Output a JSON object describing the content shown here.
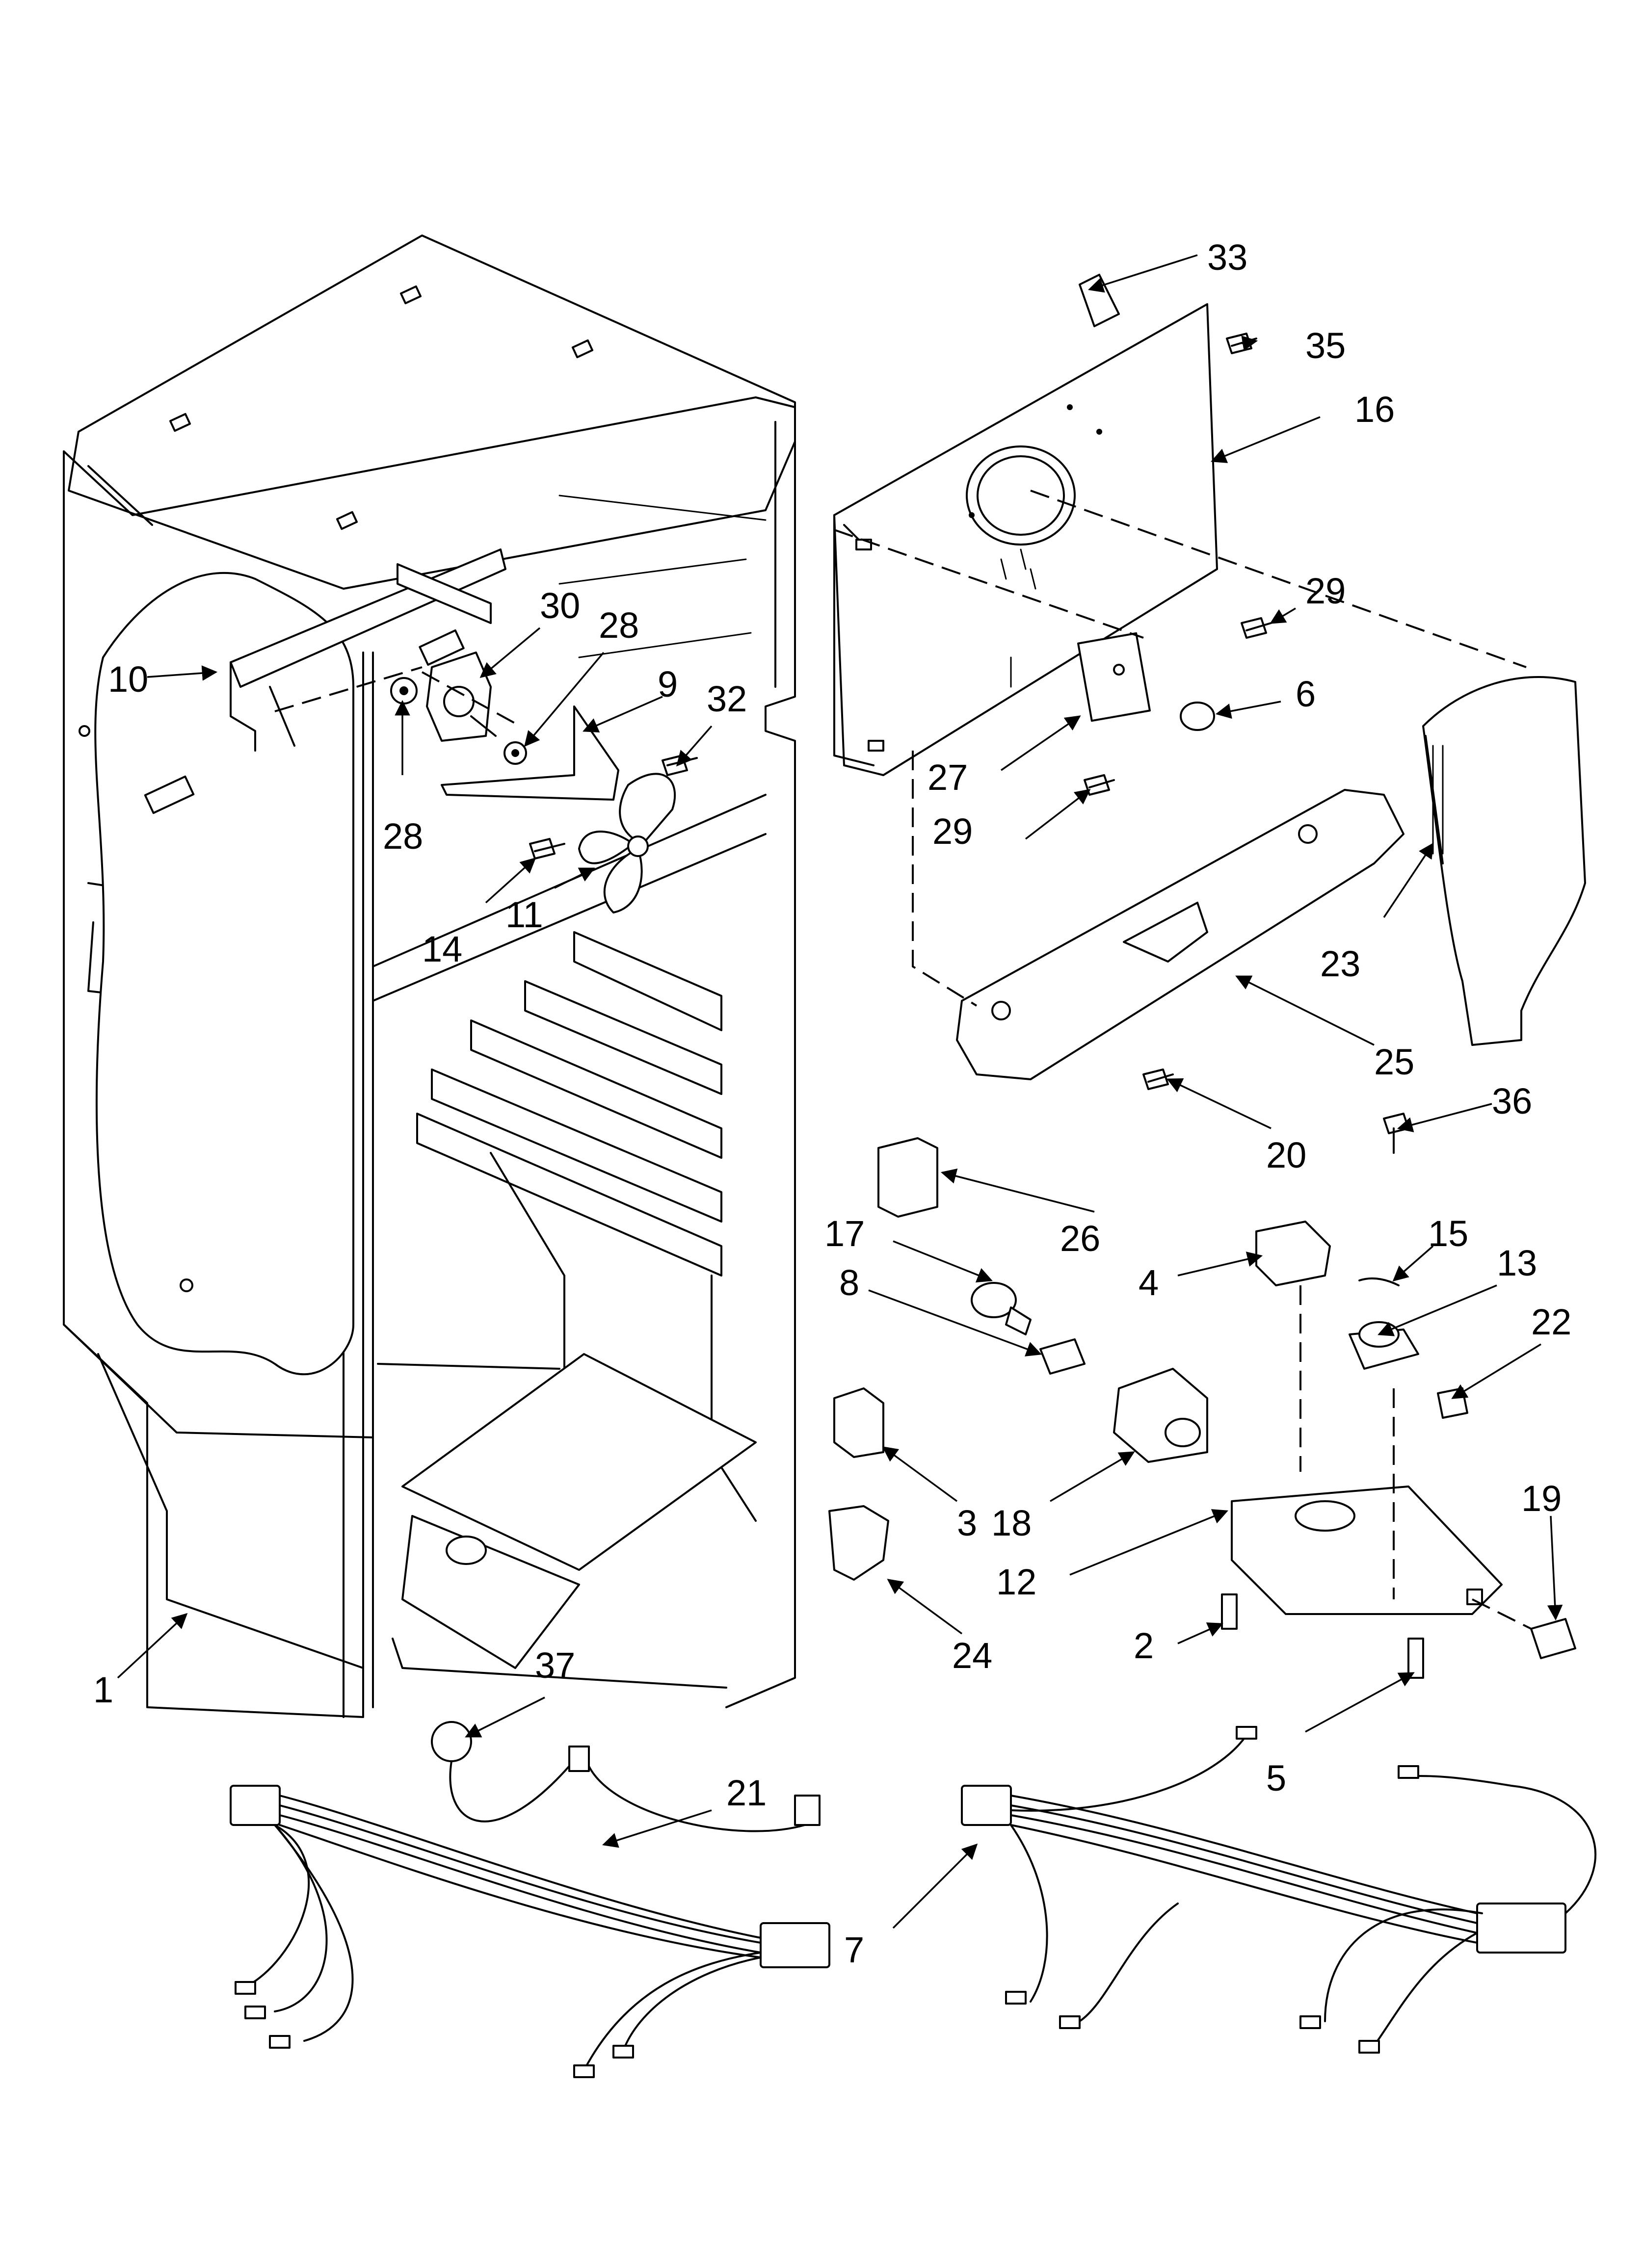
{
  "callouts": [
    {
      "id": "c1",
      "text": "1"
    },
    {
      "id": "c2",
      "text": "2"
    },
    {
      "id": "c3",
      "text": "3"
    },
    {
      "id": "c4",
      "text": "4"
    },
    {
      "id": "c5",
      "text": "5"
    },
    {
      "id": "c6",
      "text": "6"
    },
    {
      "id": "c7",
      "text": "7"
    },
    {
      "id": "c8",
      "text": "8"
    },
    {
      "id": "c9",
      "text": "9"
    },
    {
      "id": "c10",
      "text": "10"
    },
    {
      "id": "c11",
      "text": "11"
    },
    {
      "id": "c12",
      "text": "12"
    },
    {
      "id": "c13",
      "text": "13"
    },
    {
      "id": "c14",
      "text": "14"
    },
    {
      "id": "c15",
      "text": "15"
    },
    {
      "id": "c16",
      "text": "16"
    },
    {
      "id": "c17",
      "text": "17"
    },
    {
      "id": "c18",
      "text": "18"
    },
    {
      "id": "c19",
      "text": "19"
    },
    {
      "id": "c20",
      "text": "20"
    },
    {
      "id": "c21",
      "text": "21"
    },
    {
      "id": "c22",
      "text": "22"
    },
    {
      "id": "c23",
      "text": "23"
    },
    {
      "id": "c24",
      "text": "24"
    },
    {
      "id": "c25",
      "text": "25"
    },
    {
      "id": "c26",
      "text": "26"
    },
    {
      "id": "c27",
      "text": "27"
    },
    {
      "id": "c28a",
      "text": "28"
    },
    {
      "id": "c28b",
      "text": "28"
    },
    {
      "id": "c29a",
      "text": "29"
    },
    {
      "id": "c29b",
      "text": "29"
    },
    {
      "id": "c30",
      "text": "30"
    },
    {
      "id": "c32",
      "text": "32"
    },
    {
      "id": "c33",
      "text": "33"
    },
    {
      "id": "c35",
      "text": "35"
    },
    {
      "id": "c36",
      "text": "36"
    },
    {
      "id": "c37",
      "text": "37"
    }
  ]
}
